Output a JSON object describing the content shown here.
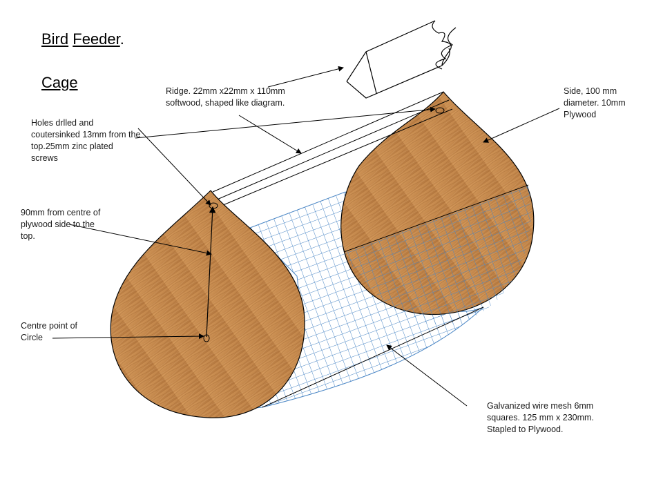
{
  "title": {
    "word1": "Bird",
    "word2": "Feeder",
    "period": "."
  },
  "subtitle": "Cage",
  "labels": {
    "ridge": "Ridge.  22mm x22mm x 110mm softwood, shaped like diagram.",
    "side": "Side, 100  mm diameter. 10mm Plywood",
    "holes": "Holes drlled and coutersinked 13mm from the top.25mm zinc plated screws",
    "distance": "90mm from centre of plywood side to the top.",
    "centre": "Centre point of Circle",
    "mesh": "Galvanized wire mesh 6mm squares. 125 mm x 230mm.  Stapled to Plywood."
  },
  "colors": {
    "wood": "#c4884c",
    "wood_dark": "#a56a35",
    "mesh": "#4a86c5",
    "line": "#000000"
  }
}
